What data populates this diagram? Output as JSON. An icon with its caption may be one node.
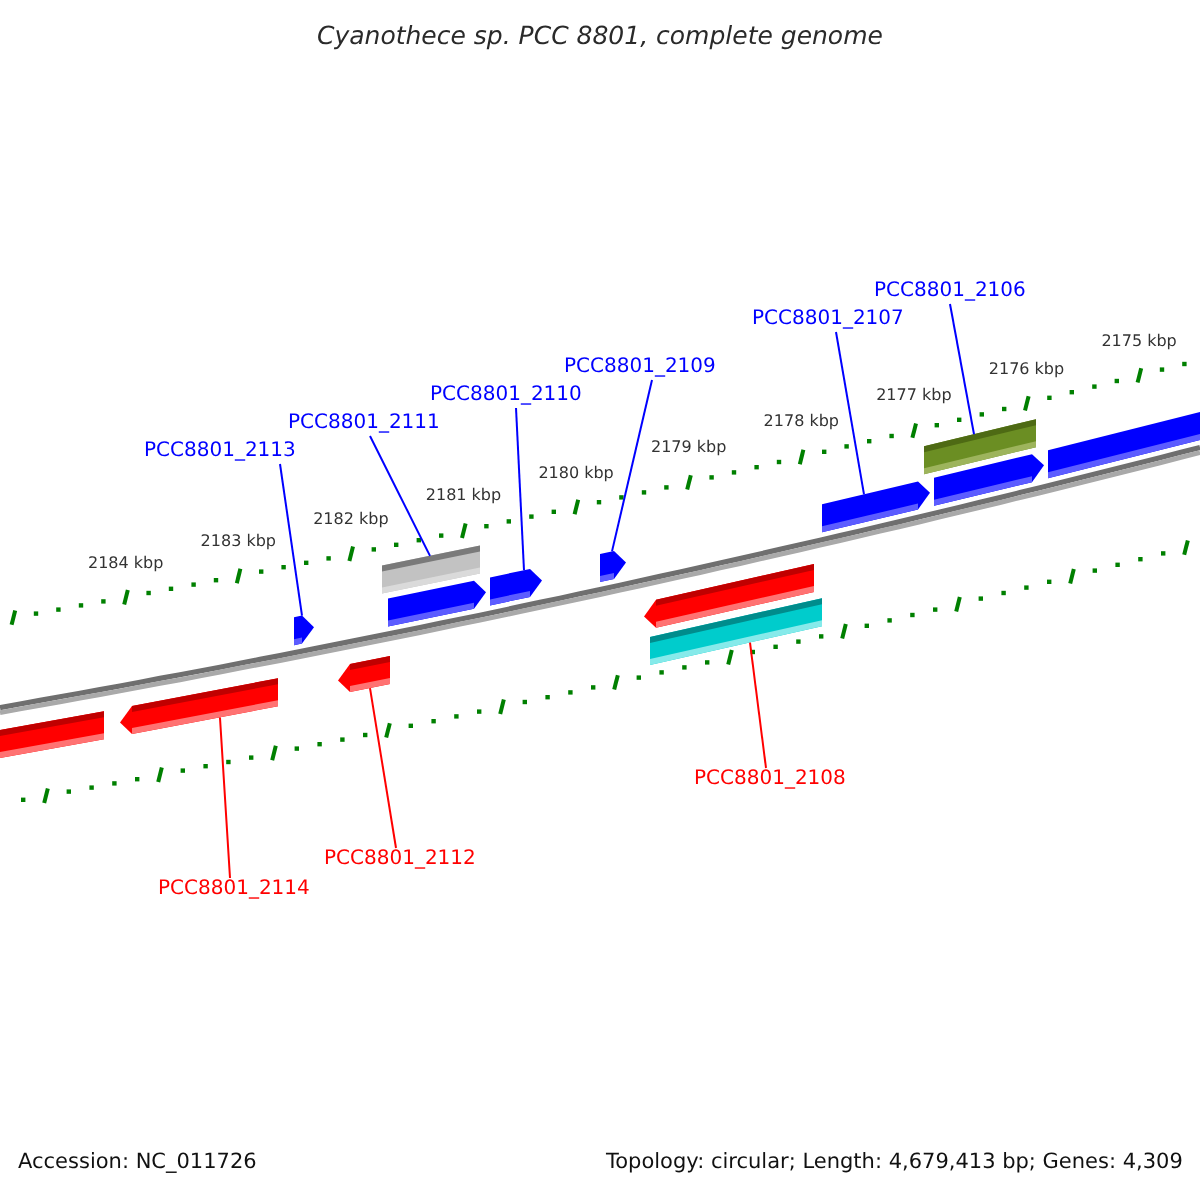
{
  "diagram": {
    "title": "Cyanothece sp. PCC 8801, complete genome",
    "nodes": [
      {
        "text": [
          "PCC8801_2113"
        ]
      },
      {
        "text": [
          "PCC8801_2111"
        ]
      },
      {
        "text": [
          "PCC8801_2110"
        ]
      },
      {
        "text": [
          "PCC8801_2109"
        ]
      },
      {
        "text": [
          "PCC8801_2107"
        ]
      },
      {
        "text": [
          "PCC8801_2106"
        ]
      },
      {
        "text": [
          "PCC8801_2114"
        ]
      },
      {
        "text": [
          "PCC8801_2112"
        ]
      },
      {
        "text": [
          "PCC8801_2108"
        ]
      },
      {
        "text": [],
        "shape": "arrow"
      },
      {
        "text": [],
        "shape": "arrow"
      },
      {
        "text": [],
        "shape": "arrow"
      },
      {
        "text": [],
        "shape": "arrow"
      },
      {
        "text": [],
        "shape": "bar"
      },
      {
        "text": [],
        "shape": "arrow"
      },
      {
        "text": [],
        "shape": "arrow"
      },
      {
        "text": [],
        "shape": "arrow"
      },
      {
        "text": [],
        "shape": "arrow"
      },
      {
        "text": [],
        "shape": "bar"
      },
      {
        "text": [],
        "shape": "arrow"
      },
      {
        "text": [],
        "shape": "bar"
      },
      {
        "text": [],
        "shape": "arrow"
      },
      {
        "text": [],
        "shape": "arrow"
      }
    ],
    "edges": [
      {
        "from": 0,
        "to": 11,
        "arrow": "none"
      },
      {
        "from": 1,
        "to": 13,
        "arrow": "none"
      },
      {
        "from": 2,
        "to": 15,
        "arrow": "none"
      },
      {
        "from": 3,
        "to": 16,
        "arrow": "none"
      },
      {
        "from": 4,
        "to": 19,
        "arrow": "none"
      },
      {
        "from": 5,
        "to": 20,
        "arrow": "none"
      },
      {
        "from": 6,
        "to": 10,
        "arrow": "none",
        "color": "#ff0000"
      },
      {
        "from": 7,
        "to": 12,
        "arrow": "none",
        "color": "#ff0000"
      },
      {
        "from": 8,
        "to": 18,
        "arrow": "none",
        "color": "#ff0000"
      }
    ],
    "labels": [
      "2184 kbp",
      "2183 kbp",
      "2182 kbp",
      "2181 kbp",
      "2180 kbp",
      "2179 kbp",
      "2178 kbp",
      "2177 kbp",
      "2176 kbp",
      "2175 kbp",
      "Accession: NC_011726",
      "Topology: circular; Length: 4,679,413 bp; Genes: 4,309"
    ]
  }
}
